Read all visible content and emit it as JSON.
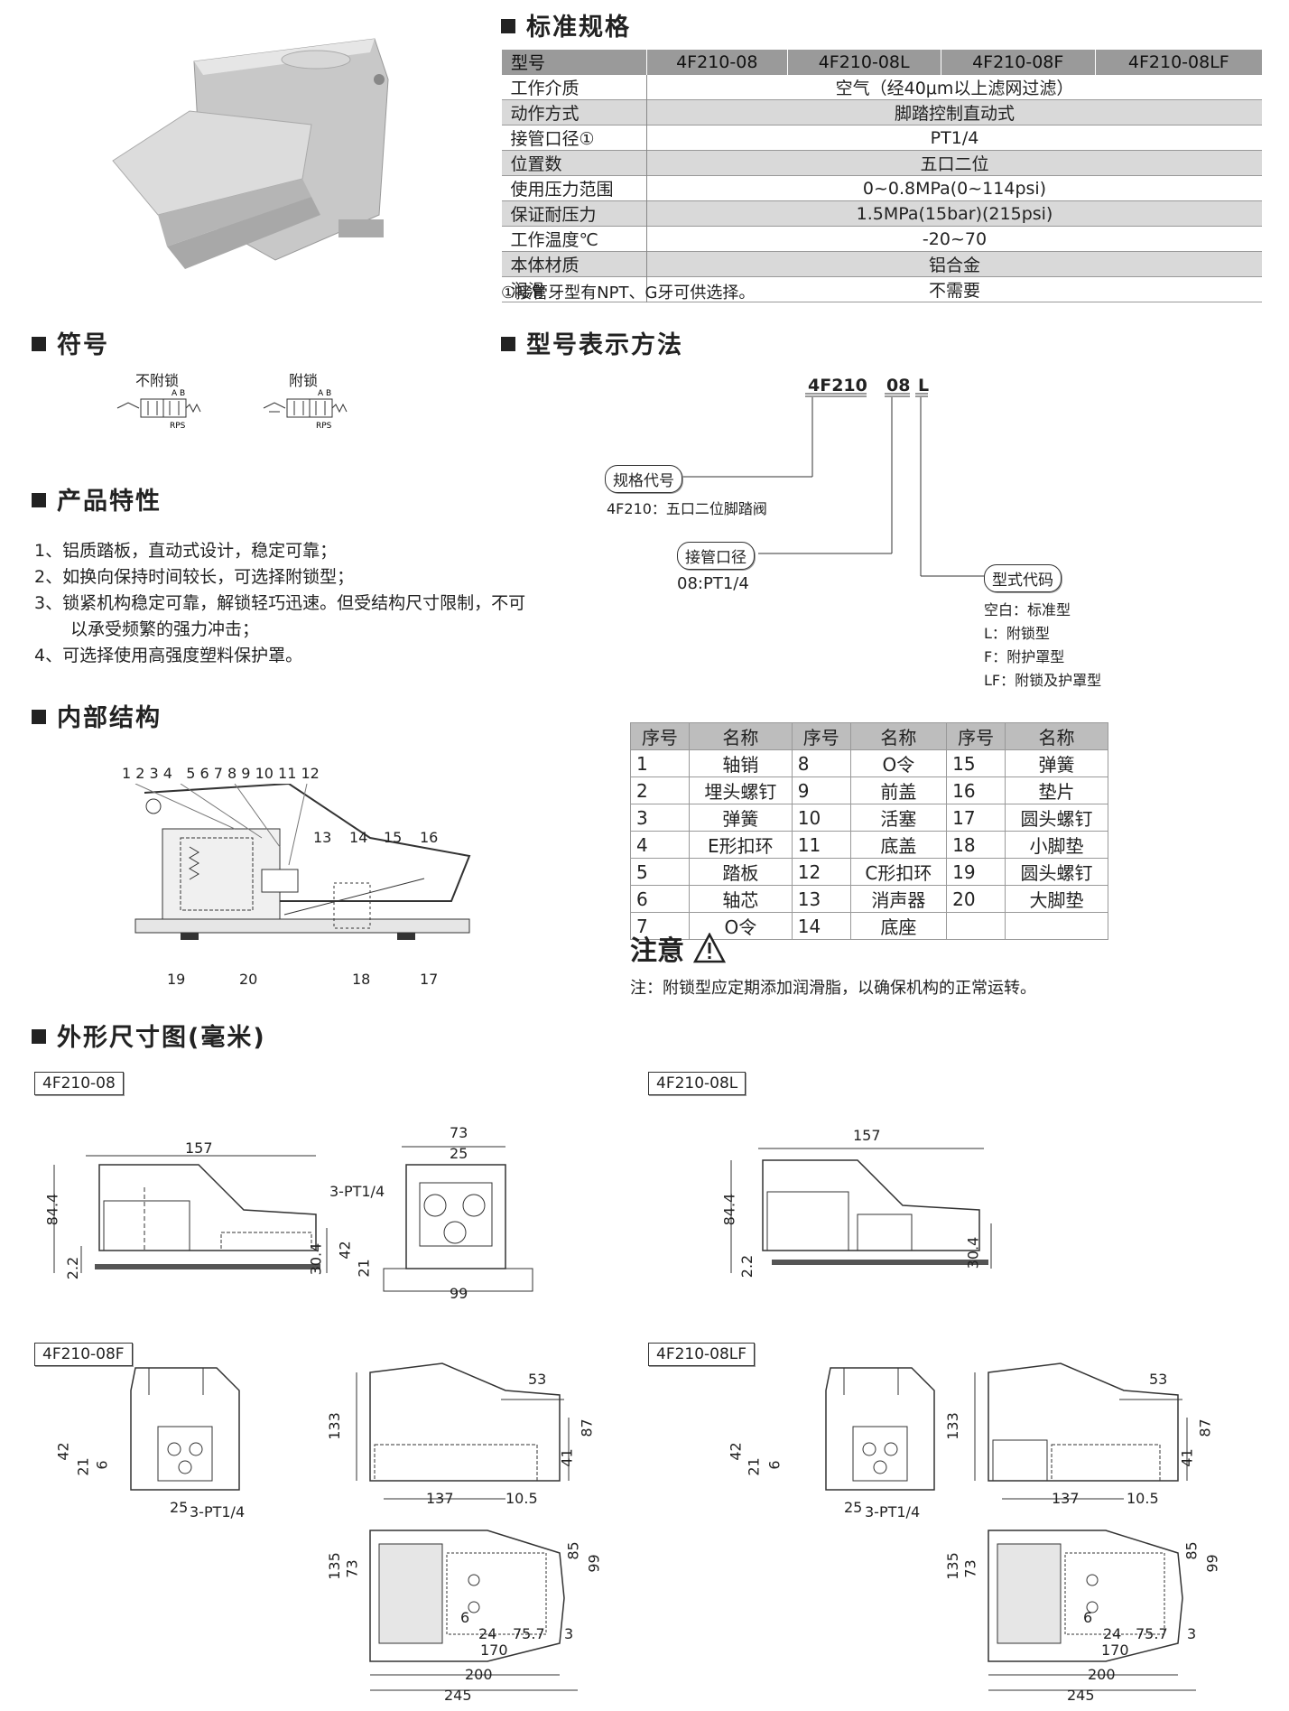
{
  "spec": {
    "title": "标准规格",
    "headers": [
      "型号",
      "4F210-08",
      "4F210-08L",
      "4F210-08F",
      "4F210-08LF"
    ],
    "rows": [
      {
        "label": "工作介质",
        "value": "空气（经40μm以上滤网过滤）"
      },
      {
        "label": "动作方式",
        "value": "脚踏控制直动式"
      },
      {
        "label": "接管口径①",
        "value": "PT1/4"
      },
      {
        "label": "位置数",
        "value": "五口二位"
      },
      {
        "label": "使用压力范围",
        "value": "0~0.8MPa(0~114psi)"
      },
      {
        "label": "保证耐压力",
        "value": "1.5MPa(15bar)(215psi)"
      },
      {
        "label": "工作温度℃",
        "value": "-20~70"
      },
      {
        "label": "本体材质",
        "value": "铝合金"
      },
      {
        "label": "润滑",
        "value": "不需要"
      }
    ],
    "footnote": "①接管牙型有NPT、G牙可供选择。"
  },
  "symbol": {
    "title": "符号",
    "label_1": "不附锁",
    "label_2": "附锁",
    "ports_top": "A B",
    "ports_bottom": "RPS"
  },
  "model": {
    "title": "型号表示方法",
    "code_1": "4F210",
    "code_2": "08",
    "code_3": "L",
    "tag_1": "规格代号",
    "tag_1_desc": "4F210：五口二位脚踏阀",
    "tag_2": "接管口径",
    "tag_2_desc": "08:PT1/4",
    "tag_3": "型式代码",
    "tag_3_opts": [
      "空白：标准型",
      "L：附锁型",
      "F：附护罩型",
      "LF：附锁及护罩型"
    ]
  },
  "features": {
    "title": "产品特性",
    "items": [
      "1、铝质踏板，直动式设计，稳定可靠；",
      "2、如换向保持时间较长，可选择附锁型；",
      "3、锁紧机构稳定可靠，解锁轻巧迅速。但受结构尺寸限制，不可",
      "以承受频繁的强力冲击；",
      "4、可选择使用高强度塑料保护罩。"
    ]
  },
  "structure": {
    "title": "内部结构",
    "top_labels": "1 2 3 4   5 6 7 8 9 10 11 12",
    "labels": [
      "13",
      "14",
      "15",
      "16",
      "19",
      "20",
      "18",
      "17"
    ]
  },
  "parts": {
    "headers": [
      "序号",
      "名称",
      "序号",
      "名称",
      "序号",
      "名称"
    ],
    "rows": [
      [
        "1",
        "轴销",
        "8",
        "O令",
        "15",
        "弹簧"
      ],
      [
        "2",
        "埋头螺钉",
        "9",
        "前盖",
        "16",
        "垫片"
      ],
      [
        "3",
        "弹簧",
        "10",
        "活塞",
        "17",
        "圆头螺钉"
      ],
      [
        "4",
        "E形扣环",
        "11",
        "底盖",
        "18",
        "小脚垫"
      ],
      [
        "5",
        "踏板",
        "12",
        "C形扣环",
        "19",
        "圆头螺钉"
      ],
      [
        "6",
        "轴芯",
        "13",
        "消声器",
        "20",
        "大脚垫"
      ],
      [
        "7",
        "O令",
        "14",
        "底座",
        "",
        ""
      ]
    ]
  },
  "note": {
    "title": "注意",
    "text": "注：附锁型应定期添加润滑脂，以确保机构的正常运转。"
  },
  "dims": {
    "title": "外形尺寸图(毫米)",
    "labels": [
      "4F210-08",
      "4F210-08L",
      "4F210-08F",
      "4F210-08LF"
    ],
    "d157": "157",
    "d84": "84.4",
    "d22": "2.2",
    "d304": "30.4",
    "d73": "73",
    "d25": "25",
    "pt": "3-PT1/4",
    "d42": "42",
    "d21": "21",
    "d99": "99",
    "d53": "53",
    "d133": "133",
    "d87": "87",
    "d41": "41",
    "d137": "137",
    "d105": "10.5",
    "d6": "6",
    "d135": "135",
    "d85": "85",
    "d24": "24",
    "d757": "75.7",
    "d3": "3",
    "d170": "170",
    "d200": "200",
    "d245": "245"
  }
}
